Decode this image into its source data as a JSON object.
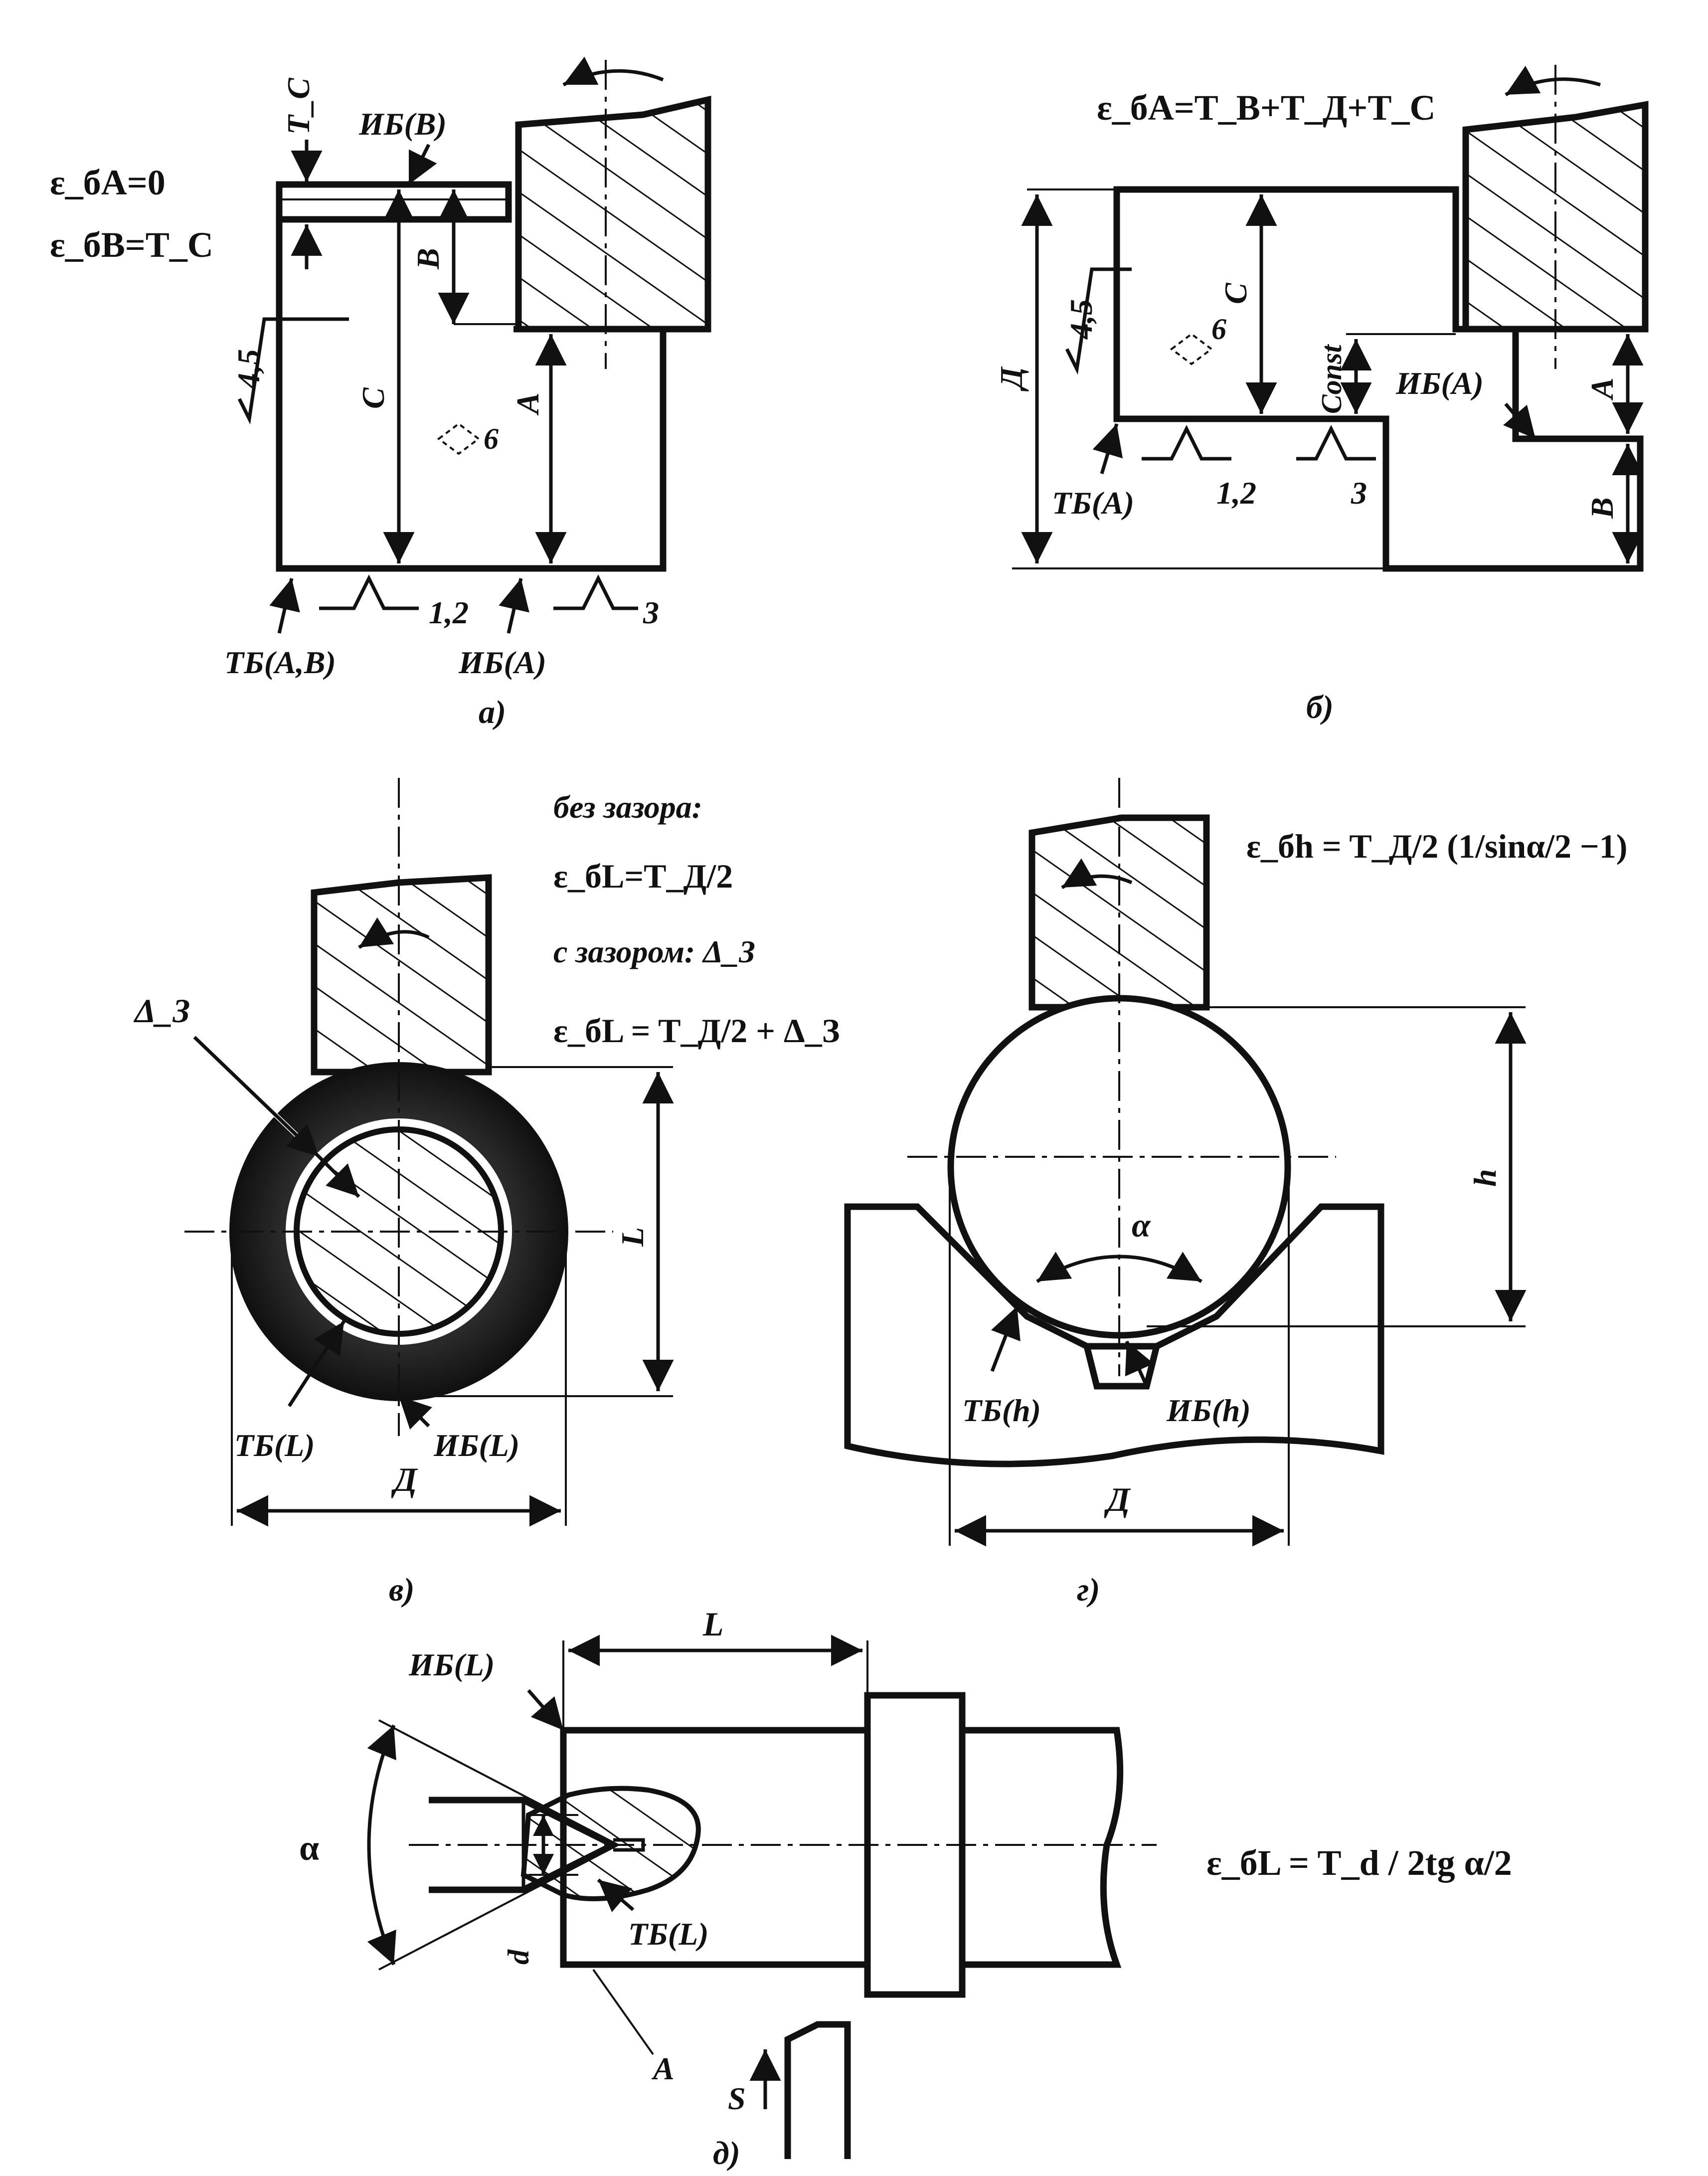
{
  "colors": {
    "ink": "#111111",
    "paper": "#ffffff",
    "shade": "#3a3a3a"
  },
  "panel_a": {
    "caption": "а)",
    "formula_1": "ε_бA=0",
    "formula_2": "ε_бB=T_C",
    "roughness": "4,5",
    "label_tc": "T_C",
    "label_ib_b": "ИБ(В)",
    "label_b": "В",
    "label_c": "С",
    "label_a": "А",
    "label_quality": "6",
    "label_tb": "ТБ(А,В)",
    "label_ib_a": "ИБ(А)",
    "label_supports_1": "1,2",
    "label_supports_2": "3"
  },
  "panel_b": {
    "caption": "б)",
    "formula": "ε_бA=T_B+T_Д+T_C",
    "roughness": "4,5",
    "label_d": "Д",
    "label_c": "С",
    "label_quality": "6",
    "label_const": "Const",
    "label_ib_a": "ИБ(А)",
    "label_a": "А",
    "label_b": "В",
    "label_tb": "ТБ(А)",
    "label_supports_1": "1,2",
    "label_supports_2": "3"
  },
  "panel_v": {
    "caption": "в)",
    "text_no_gap": "без зазора:",
    "formula_no_gap": "ε_бL=T_Д/2",
    "text_with_gap": "с зазором: Δ_З",
    "formula_with_gap": "ε_бL = T_Д/2 + Δ_З",
    "label_delta": "Δ_З",
    "label_l": "L",
    "label_d": "Д",
    "label_tb": "ТБ(L)",
    "label_ib": "ИБ(L)"
  },
  "panel_g": {
    "caption": "г)",
    "formula": "ε_бh = T_Д/2 (1/sinα/2 −1)",
    "label_h": "h",
    "label_alpha": "α",
    "label_tb": "ТБ(h)",
    "label_ib": "ИБ(h)",
    "label_d": "Д"
  },
  "panel_d": {
    "caption": "д)",
    "formula": "ε_бL = T_d / 2tg α/2",
    "label_ib": "ИБ(L)",
    "label_l": "L",
    "label_alpha": "α",
    "label_d": "d",
    "label_tb": "ТБ(L)",
    "label_a": "А",
    "label_s": "S"
  }
}
